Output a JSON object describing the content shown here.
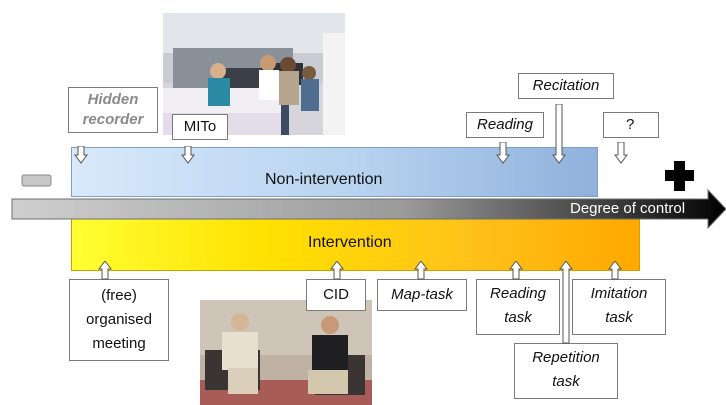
{
  "axis": {
    "label": "Degree of control",
    "minus_symbol": "−",
    "plus_symbol": "+"
  },
  "bands": {
    "non_intervention": "Non-intervention",
    "intervention": "Intervention"
  },
  "top_labels": {
    "hidden_recorder": [
      "Hidden",
      "recorder"
    ],
    "mito": "MITo",
    "reading": "Reading",
    "recitation": "Recitation",
    "unknown": "?"
  },
  "bottom_labels": {
    "free_meeting": [
      "(free)",
      "organised",
      "meeting"
    ],
    "cid": "CID",
    "map_task": "Map-task",
    "reading_task": [
      "Reading",
      "task"
    ],
    "repetition_task": [
      "Repetition",
      "task"
    ],
    "imitation_task": [
      "Imitation",
      "task"
    ]
  },
  "colors": {
    "non_intervention_band": "#b7d2ef",
    "intervention_band": "#ffc21a",
    "axis_light": "#c8c8c8",
    "axis_dark": "#000000",
    "hidden_recorder_text": "#8a8a8a"
  },
  "icons": {
    "photo_top": "reception-desk-photo",
    "photo_bottom": "seated-conversation-photo"
  }
}
